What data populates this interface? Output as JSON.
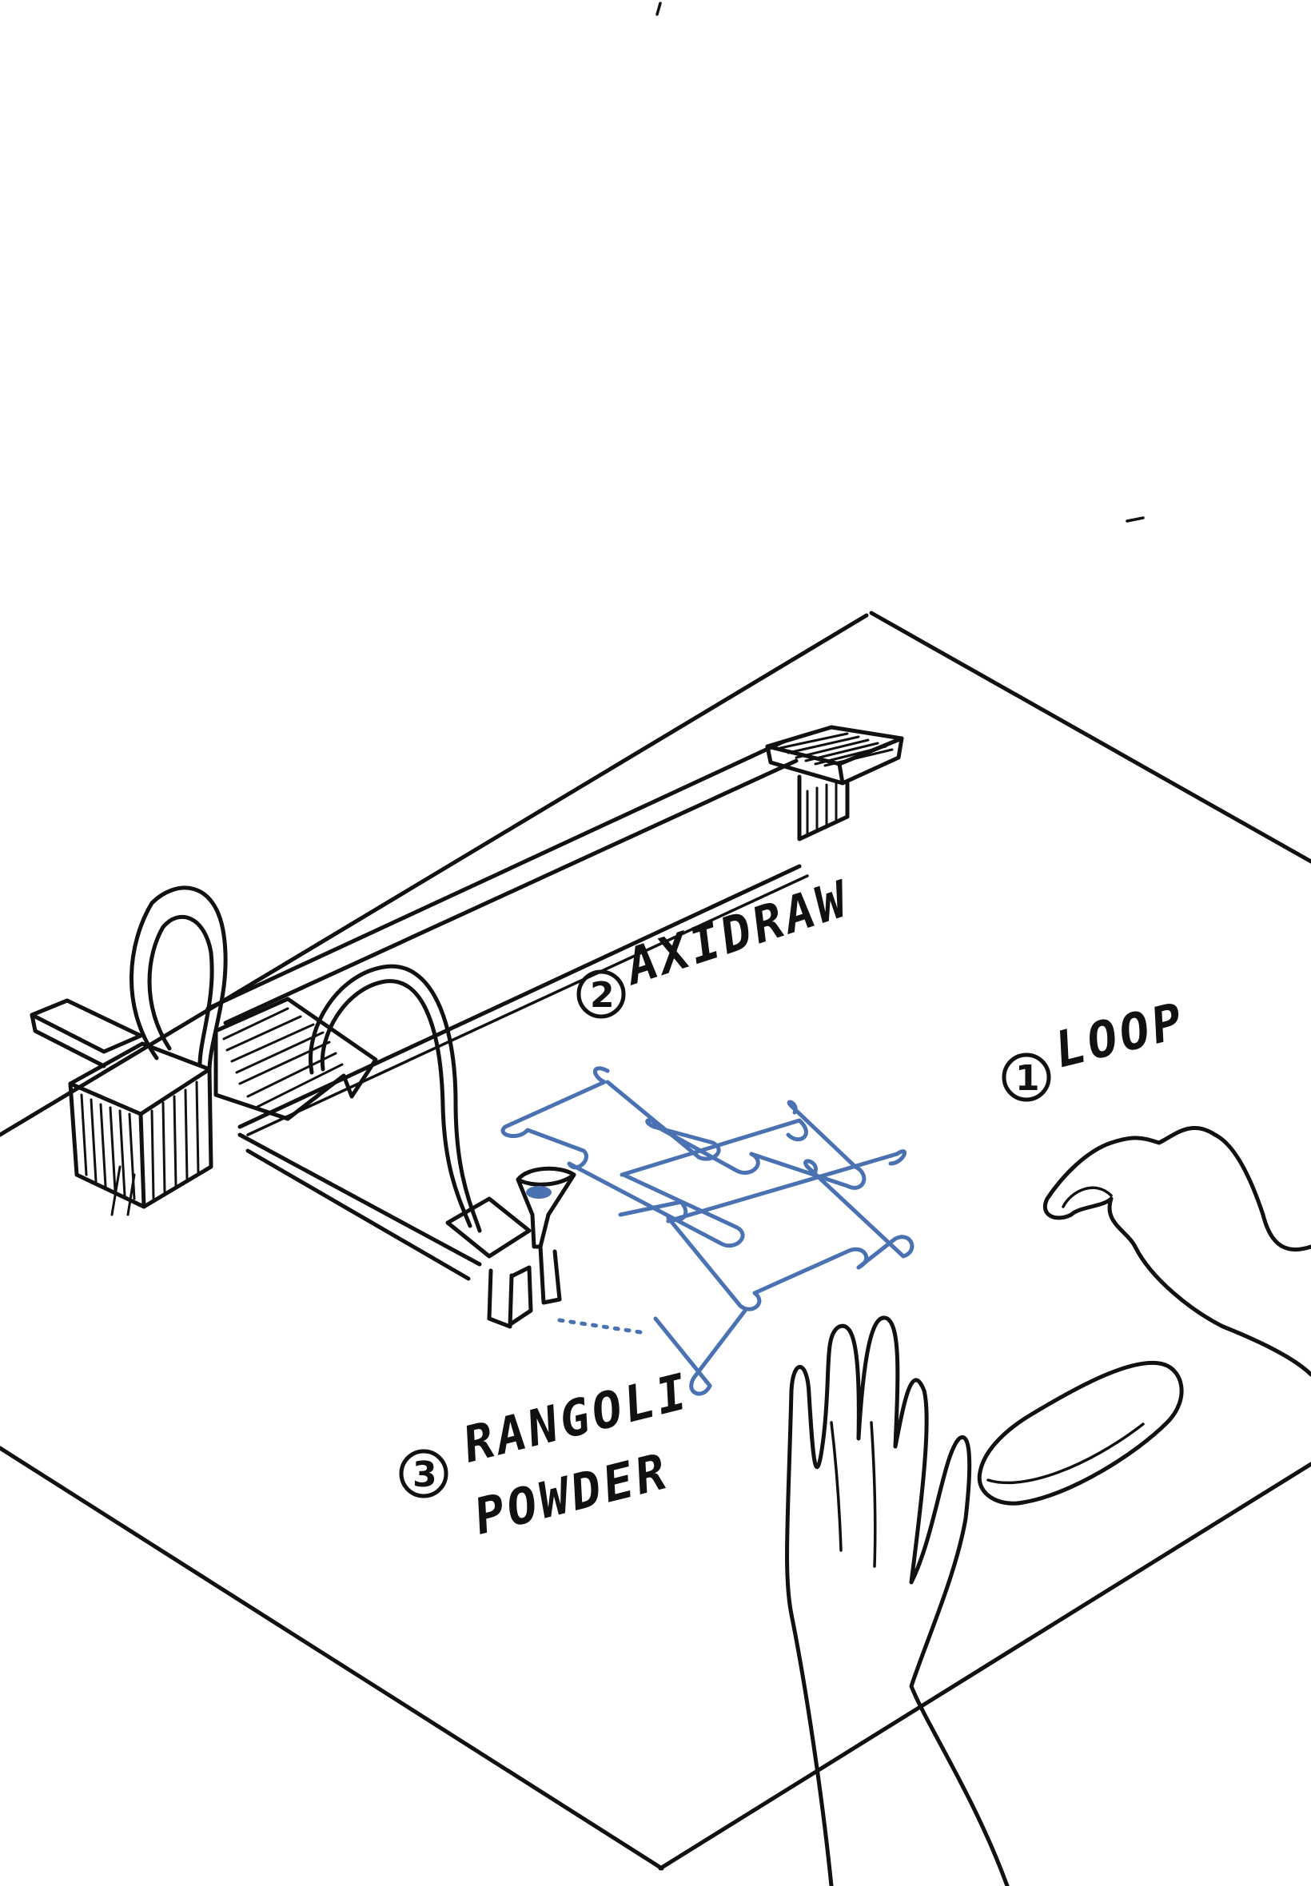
{
  "colors": {
    "ink": "#111111",
    "blue_ink": "#4a72b2",
    "background": "#ffffff"
  },
  "labels": [
    {
      "id": "loop",
      "number": "1",
      "text": "LOOP"
    },
    {
      "id": "axidraw",
      "number": "2",
      "text": "AXIDRAW"
    },
    {
      "id": "rangolow",
      "number": "3",
      "text_line1": "RANGOLI",
      "text_line2": "POWDER"
    }
  ],
  "display": {
    "label_axidraw": "AXIDRAW",
    "label_loop": "LOOP",
    "label_rangoli_line1": "RANGOLI",
    "label_rangoli_line2": "POWDER",
    "num_1": "1",
    "num_2": "2",
    "num_3": "3"
  }
}
